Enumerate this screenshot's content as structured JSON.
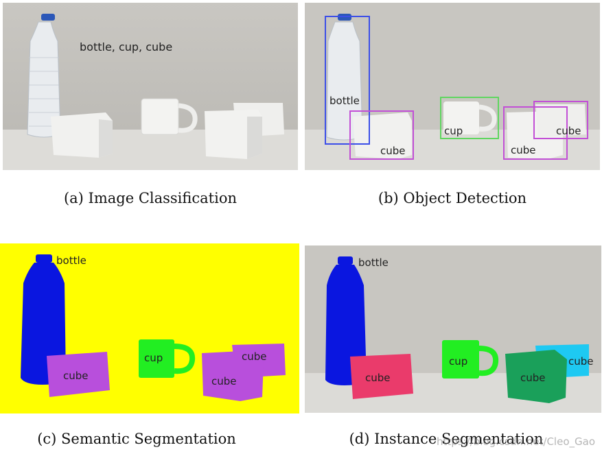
{
  "panels": {
    "a": {
      "caption": "(a) Image Classification",
      "labels": "bottle, cup, cube"
    },
    "b": {
      "caption": "(b) Object Detection",
      "labels": {
        "bottle": "bottle",
        "cup": "cup",
        "cube1": "cube",
        "cube2": "cube",
        "cube3": "cube"
      }
    },
    "c": {
      "caption": "(c) Semantic Segmentation",
      "labels": {
        "bottle": "bottle",
        "cup": "cup",
        "cube1": "cube",
        "cube2": "cube",
        "cube3": "cube"
      }
    },
    "d": {
      "caption": "(d) Instance Segmentation",
      "labels": {
        "bottle": "bottle",
        "cup": "cup",
        "cube1": "cube",
        "cube2": "cube",
        "cube3": "cube"
      }
    }
  },
  "watermark": "https://blog.csdn.net/Cleo_Gao",
  "colors": {
    "wall": "#c8c6c1",
    "table": "#dcdbd7",
    "semantic_background": "#ffff00",
    "bottle_mask": "#0a16e0",
    "cube_semantic": "#b84fdc",
    "cup_mask": "#22ee22",
    "cube_instance_1": "#ea3b6b",
    "cube_instance_2": "#1aa05a",
    "cube_instance_3": "#1ec9f2",
    "box_bottle": "#3b4ee8",
    "box_cup": "#5fd65f",
    "box_cube": "#c24fd6"
  }
}
